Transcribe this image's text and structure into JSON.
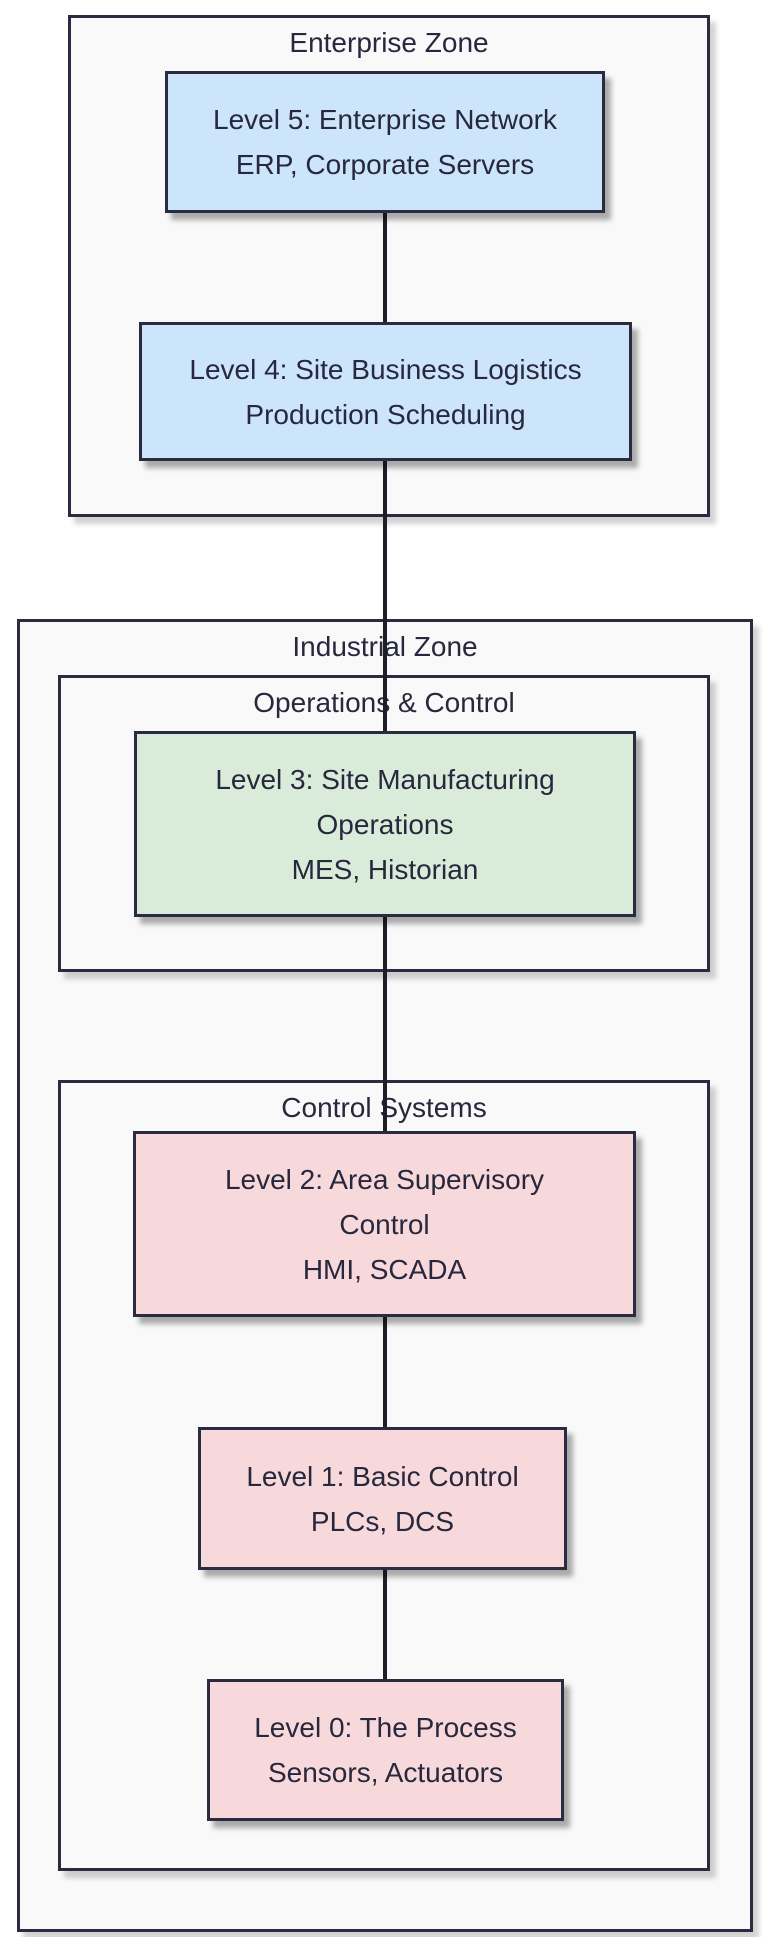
{
  "colors": {
    "zone_fill": "#f9f9f9",
    "zone_border": "#2a2a40",
    "connector": "#1e1e28",
    "enterprise_node_fill": "#cde5fa",
    "operations_node_fill": "#d8ecd9",
    "control_node_fill": "#f8d9db",
    "text": "#27273d"
  },
  "zones": {
    "enterprise": {
      "title": "Enterprise Zone"
    },
    "industrial": {
      "title": "Industrial Zone",
      "subzones": {
        "operations": {
          "title": "Operations & Control"
        },
        "control": {
          "title": "Control Systems"
        }
      }
    }
  },
  "nodes": {
    "level5": {
      "lines": [
        "Level 5: Enterprise Network",
        "ERP, Corporate Servers"
      ],
      "fill": "#cde5fa",
      "zone": "Enterprise Zone"
    },
    "level4": {
      "lines": [
        "Level 4: Site Business Logistics",
        "Production Scheduling"
      ],
      "fill": "#cde5fa",
      "zone": "Enterprise Zone"
    },
    "level3": {
      "lines": [
        "Level 3: Site Manufacturing",
        "Operations",
        "MES, Historian"
      ],
      "fill": "#d8ecd9",
      "zone": "Operations & Control"
    },
    "level2": {
      "lines": [
        "Level 2: Area Supervisory",
        "Control",
        "HMI, SCADA"
      ],
      "fill": "#f8d9db",
      "zone": "Control Systems"
    },
    "level1": {
      "lines": [
        "Level 1: Basic Control",
        "PLCs, DCS"
      ],
      "fill": "#f8d9db",
      "zone": "Control Systems"
    },
    "level0": {
      "lines": [
        "Level 0: The Process",
        "Sensors, Actuators"
      ],
      "fill": "#f8d9db",
      "zone": "Control Systems"
    }
  },
  "connections": [
    {
      "from": "level5",
      "to": "level4"
    },
    {
      "from": "level4",
      "to": "level3"
    },
    {
      "from": "level3",
      "to": "level2"
    },
    {
      "from": "level2",
      "to": "level1"
    },
    {
      "from": "level1",
      "to": "level0"
    }
  ]
}
